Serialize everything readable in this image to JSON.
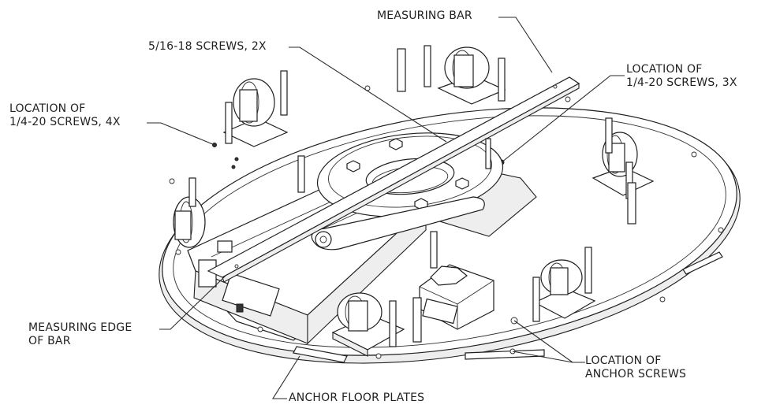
{
  "callouts": {
    "measuring_bar": "MEASURING BAR",
    "screws_5_16": "5/16-18 SCREWS, 2X",
    "loc_1_4_screws_3x_line1": "LOCATION OF",
    "loc_1_4_screws_3x_line2": "1/4-20 SCREWS, 3X",
    "loc_1_4_screws_4x_line1": "LOCATION OF",
    "loc_1_4_screws_4x_line2": "1/4-20 SCREWS, 4X",
    "measuring_edge_line1": "MEASURING EDGE",
    "measuring_edge_line2": "OF BAR",
    "anchor_screws_line1": "LOCATION OF",
    "anchor_screws_line2": "ANCHOR SCREWS",
    "anchor_floor_plates": "ANCHOR FLOOR PLATES"
  }
}
